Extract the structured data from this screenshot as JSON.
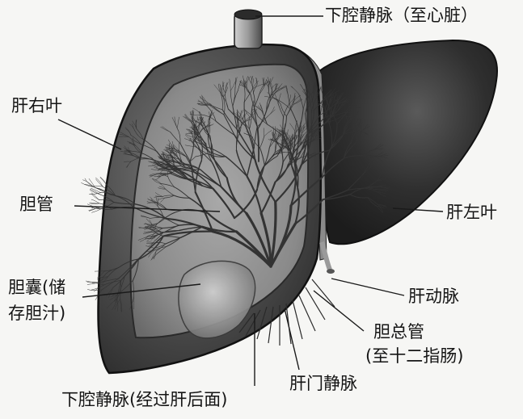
{
  "labels": {
    "ivc_top": "下腔静脉（至心脏）",
    "right_lobe": "肝右叶",
    "bile_duct": "胆管",
    "left_lobe": "肝左叶",
    "gallbladder_line1": "胆囊(储",
    "gallbladder_line2": "存胆汁)",
    "hepatic_artery": "肝动脉",
    "common_bile_duct_line1": "胆总管",
    "common_bile_duct_line2": "(至十二指肠)",
    "portal_vein": "肝门静脉",
    "ivc_bottom": "下腔静脉(经过肝后面)"
  },
  "colors": {
    "liver_dark": "#3a3a3a",
    "liver_mid": "#6b6b6b",
    "liver_light": "#9d9d9d",
    "ink": "#151515",
    "background": "#f6f6f4"
  }
}
